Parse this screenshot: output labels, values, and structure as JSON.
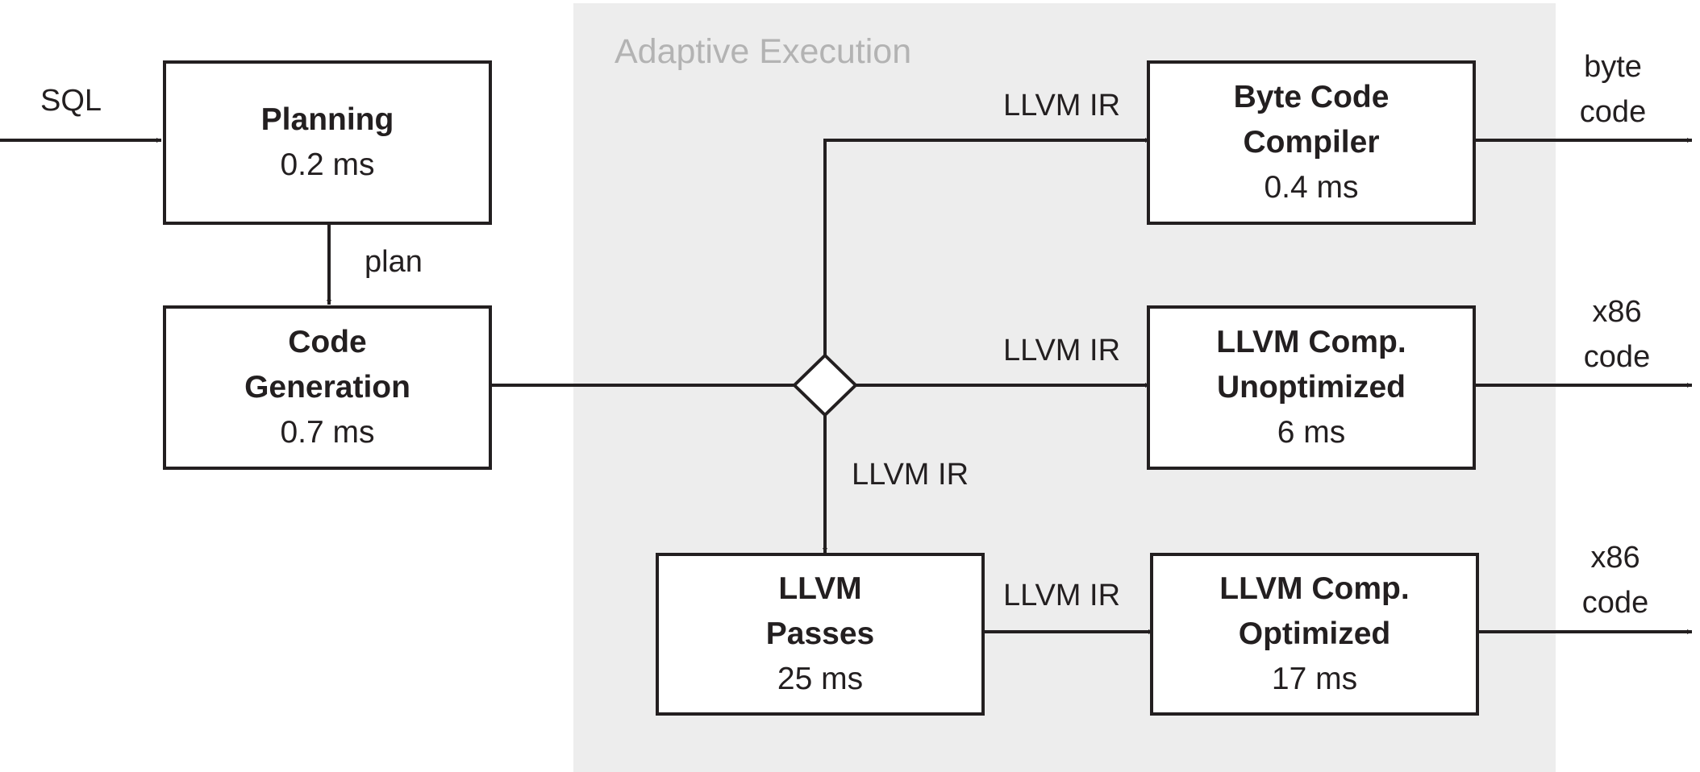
{
  "region": {
    "title": "Adaptive Execution"
  },
  "nodes": {
    "planning": {
      "name": "Planning",
      "time": "0.2 ms"
    },
    "codegen": {
      "name": "Code\nGeneration",
      "time": "0.7 ms"
    },
    "bytecode": {
      "name": "Byte Code\nCompiler",
      "time": "0.4 ms"
    },
    "unopt": {
      "name": "LLVM Comp.\nUnoptimized",
      "time": "6 ms"
    },
    "passes": {
      "name": "LLVM\nPasses",
      "time": "25 ms"
    },
    "opt": {
      "name": "LLVM Comp.\nOptimized",
      "time": "17 ms"
    }
  },
  "edges": {
    "input": "SQL",
    "plan": "plan",
    "ir_bytecode": "LLVM IR",
    "ir_unopt": "LLVM IR",
    "ir_passes": "LLVM IR",
    "ir_opt": "LLVM IR"
  },
  "outputs": {
    "bytecode": {
      "line1": "byte",
      "line2": "code"
    },
    "unopt": {
      "line1": "x86",
      "line2": "code"
    },
    "opt": {
      "line1": "x86",
      "line2": "code"
    }
  },
  "colors": {
    "line": "#231f20",
    "region_bg": "#ededed",
    "region_title": "#b3b3b3"
  }
}
